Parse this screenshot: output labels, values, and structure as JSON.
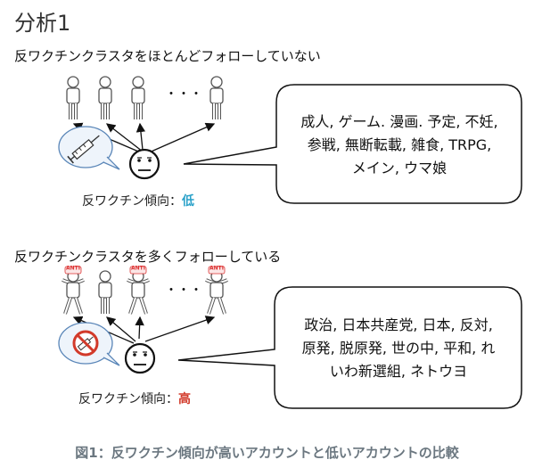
{
  "title": "分析1",
  "section1": {
    "heading": "反ワクチンクラスタをほとんどフォローしていない",
    "tendency_label": "反ワクチン傾向：",
    "tendency_value": "低",
    "tendency_color": "#2aa1c9",
    "bubble_lines": [
      "成人, ゲーム. 漫画. 予定, 不妊,",
      "参戦, 無断転載, 雑食, TRPG,",
      "メイン,  ウマ娘"
    ]
  },
  "section2": {
    "heading": "反ワクチンクラスタを多くフォローしている",
    "tendency_label": "反ワクチン傾向：",
    "tendency_value": "高",
    "tendency_color": "#d23a2a",
    "anti_badge": "ANTI",
    "bubble_lines": [
      "政治, 日本共産党, 日本, 反対,",
      "原発, 脱原発, 世の中, 平和, れ",
      "いわ新選組, ネトウヨ"
    ]
  },
  "dots": "・・・",
  "caption": "図1：反ワクチン傾向が高いアカウントと低いアカウントの比較"
}
